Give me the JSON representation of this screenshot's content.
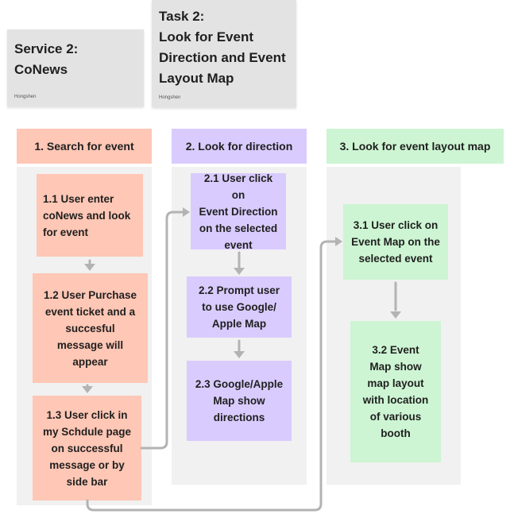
{
  "stickies": [
    {
      "title": "Service 2:\nCoNews",
      "author": "Hongshen"
    },
    {
      "title": "Task 2:\nLook for Event\nDirection and Event\nLayout Map",
      "author": "Hongshen"
    }
  ],
  "lanes": [
    {
      "header": "1.  Search for event",
      "cards": [
        "1.1 User enter\ncoNews and look\nfor event",
        "1.2 User Purchase\nevent ticket and a\nsuccesful\nmessage will\nappear",
        "1.3 User click in\nmy Schdule page\non successful\nmessage or by\nside bar"
      ]
    },
    {
      "header": "2.  Look for direction",
      "cards": [
        "2.1 User click on\nEvent Direction\non the selected\nevent",
        "2.2 Prompt user\nto use Google/\nApple Map",
        "2.3 Google/Apple\nMap show\ndirections"
      ]
    },
    {
      "header": "3.  Look for event layout map",
      "cards": [
        "3.1 User click on\nEvent Map on the\nselected event",
        "3.2 Event\nMap show\nmap layout\nwith location\nof various\nbooth"
      ]
    }
  ],
  "colors": {
    "lane1": "#ffc7b5",
    "lane2": "#d9cbfd",
    "lane3": "#cdf5d3",
    "connector": "#b3b3b3"
  }
}
